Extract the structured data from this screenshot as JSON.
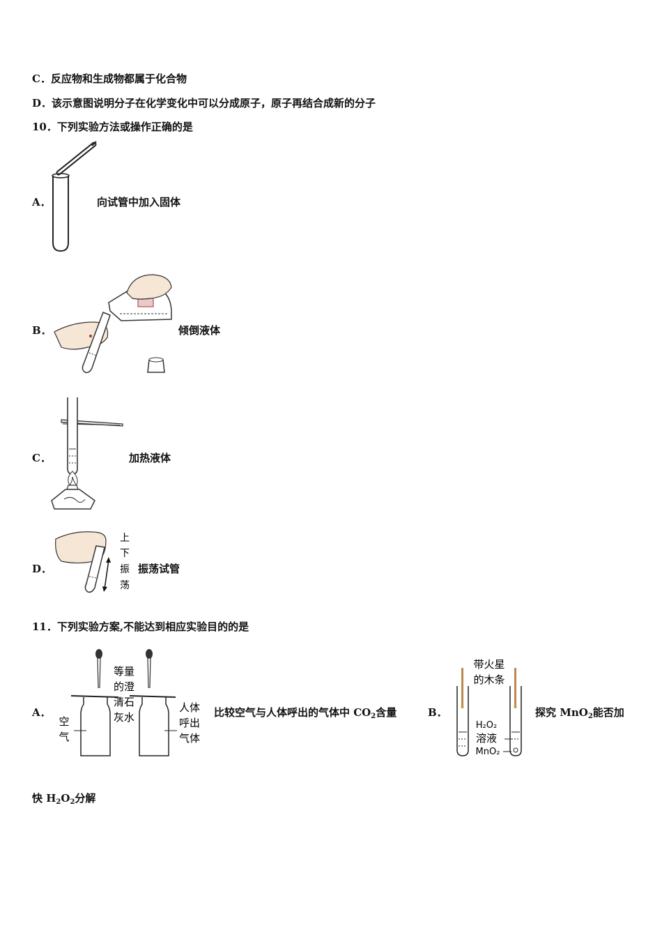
{
  "lines": {
    "c_prev": "C．反应物和生成物都属于化合物",
    "d_prev": "D．该示意图说明分子在化学变化中可以分成原子，原子再结合成新的分子",
    "q10": "10．下列实验方法或操作正确的是",
    "q11": "11．下列实验方案,不能达到相应实验目的的是"
  },
  "q10_options": [
    {
      "letter": "A．",
      "text": "向试管中加入固体"
    },
    {
      "letter": "B．",
      "text": "倾倒液体"
    },
    {
      "letter": "C．",
      "text": "加热液体"
    },
    {
      "letter": "D．",
      "text": "振荡试管"
    }
  ],
  "q10_d_figure_label": [
    "上",
    "下",
    "振",
    "荡"
  ],
  "q11": {
    "a_letter": "A．",
    "a_text_pre": "比较空气与人体呼出的气体中 CO",
    "a_text_sub": "2",
    "a_text_post": "含量",
    "a_fig": {
      "left_label": [
        "空",
        "气"
      ],
      "mid_label": [
        "等量",
        "的澄",
        "清石",
        "灰水"
      ],
      "right_label": [
        "人体",
        "呼出",
        "气体"
      ]
    },
    "b_letter": "B．",
    "b_text_pre": "探究 MnO",
    "b_text_sub": "2",
    "b_text_post": "能否加",
    "b_fig": {
      "top_label": [
        "带火星",
        "的木条"
      ],
      "h2o2": "H₂O₂",
      "solution": "溶液",
      "mno2": "MnO₂"
    },
    "cont_pre": "快 H",
    "cont_sub1": "2",
    "cont_mid": "O",
    "cont_sub2": "2",
    "cont_post": "分解"
  }
}
